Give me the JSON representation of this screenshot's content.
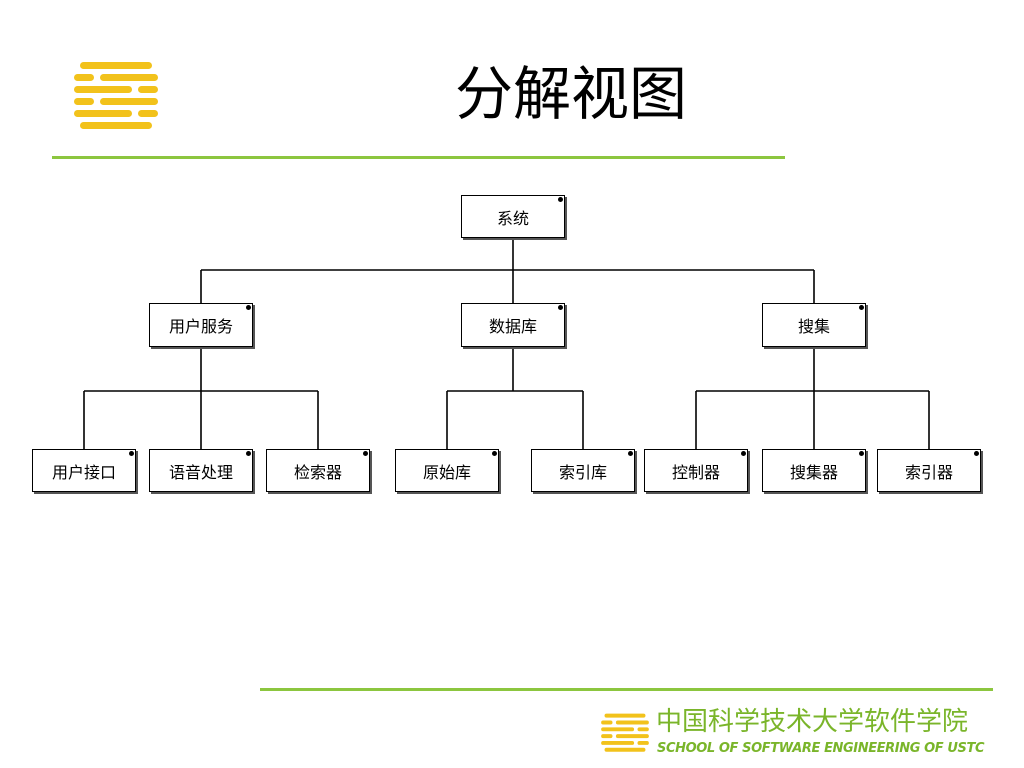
{
  "slide": {
    "title": "分解视图"
  },
  "diagram": {
    "root": "系统",
    "level1": [
      "用户服务",
      "数据库",
      "搜集"
    ],
    "level2": [
      [
        "用户接口",
        "语音处理",
        "检索器"
      ],
      [
        "原始库",
        "索引库"
      ],
      [
        "控制器",
        "搜集器",
        "索引器"
      ]
    ]
  },
  "footer": {
    "cn_name": "中国科学技术大学软件学院",
    "en_name": "SCHOOL OF SOFTWARE ENGINEERING OF USTC"
  },
  "colors": {
    "accent_green": "#8cc63f",
    "footer_text_green": "#7ab52a",
    "logo_yellow": "#f2c21b"
  },
  "icons": {
    "top_logo": "ustc-sse-logo-icon",
    "footer_logo": "ustc-sse-logo-icon"
  }
}
